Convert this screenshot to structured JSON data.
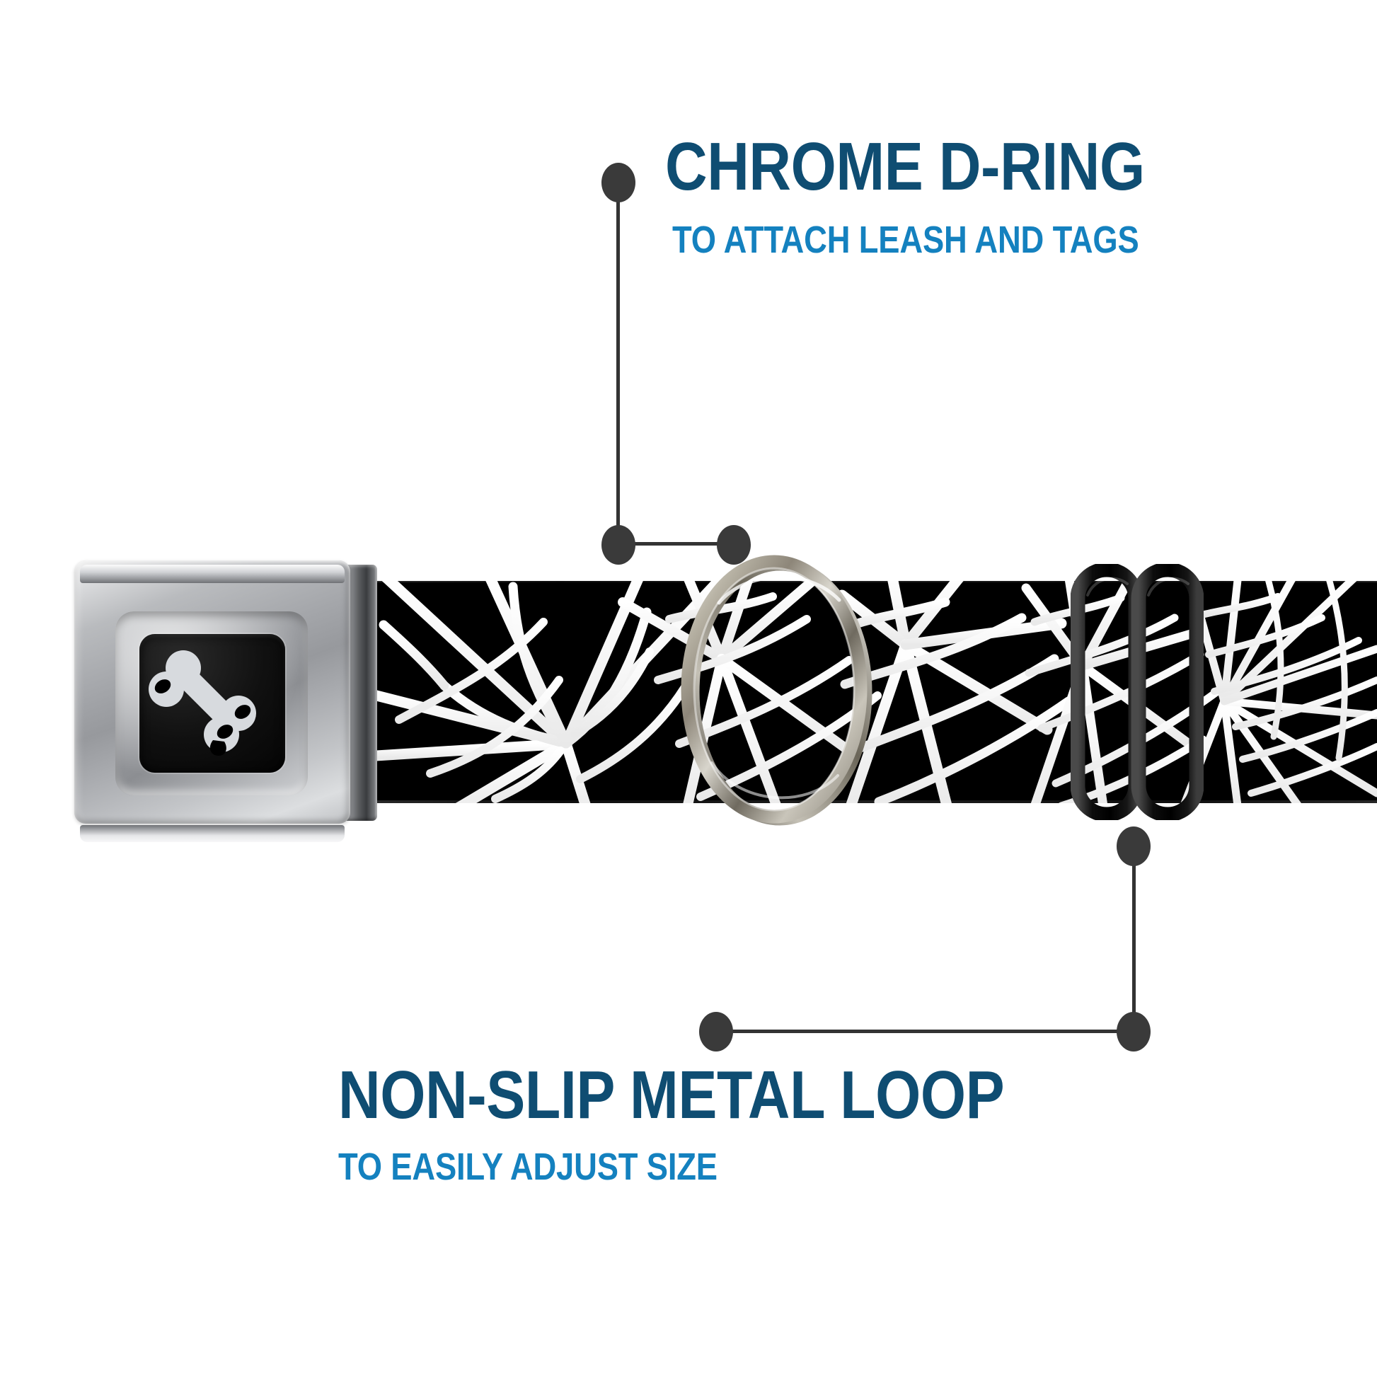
{
  "background_color": "#ffffff",
  "palette": {
    "title_blue": "#0f4d72",
    "subtitle_blue": "#1481bf",
    "leader_line": "#333333",
    "leader_dot": "#3a3a3a",
    "strap_black": "#000000",
    "web_white": "#ffffff",
    "chrome_light": "#f2f2f2",
    "chrome_mid": "#a4a6aa",
    "chrome_dark": "#6f7175",
    "loop_black": "#141414"
  },
  "callouts": [
    {
      "id": "chrome-d-ring",
      "title": "CHROME D-RING",
      "subtitle": "TO ATTACH LEASH AND TAGS",
      "title_color": "#0f4d72",
      "subtitle_color": "#1481bf",
      "anchor": "d-ring"
    },
    {
      "id": "non-slip-metal-loop",
      "title": "NON-SLIP METAL LOOP",
      "subtitle": "TO EASILY ADJUST SIZE",
      "title_color": "#0f4d72",
      "subtitle_color": "#1481bf",
      "anchor": "slider-loop"
    }
  ],
  "product": {
    "type": "seatbelt-buckle dog collar",
    "strap_pattern": "spider web",
    "strap_colors": [
      "#000000",
      "#ffffff"
    ],
    "buckle": {
      "finish": "chrome",
      "inset_color": "#000000",
      "logo": "dog-bone"
    },
    "d_ring": {
      "finish": "chrome"
    },
    "slider_loop": {
      "finish": "black metal",
      "shape": "double rounded rectangle"
    }
  }
}
